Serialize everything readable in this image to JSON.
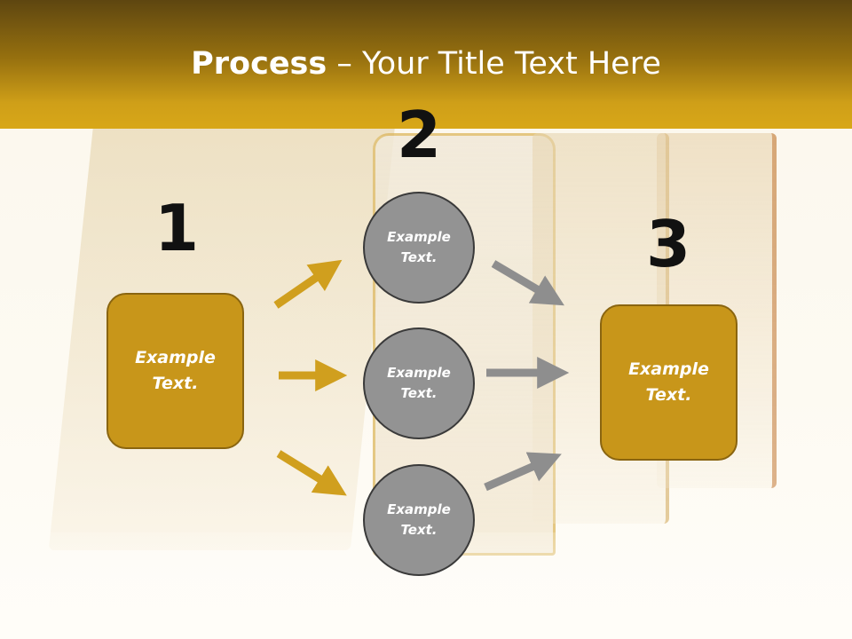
{
  "title": {
    "bold": "Process",
    "rest": " – Your Title Text Here"
  },
  "steps": [
    {
      "number": "1",
      "text_line1": "Example",
      "text_line2": "Text."
    },
    {
      "number": "2",
      "text_line1": "Example",
      "text_line2": "Text."
    },
    {
      "number": "3",
      "text_line1": "Example",
      "text_line2": "Text."
    }
  ],
  "circles": [
    {
      "line1": "Example",
      "line2": "Text."
    },
    {
      "line1": "Example",
      "line2": "Text."
    },
    {
      "line1": "Example",
      "line2": "Text."
    }
  ],
  "colors": {
    "header_dark": "#5e4610",
    "header_light": "#d8a718",
    "box_fill": "#c8961a",
    "circle_fill": "#939393",
    "arrow_gold": "#d09f1e",
    "arrow_gray": "#8e8e8e"
  }
}
